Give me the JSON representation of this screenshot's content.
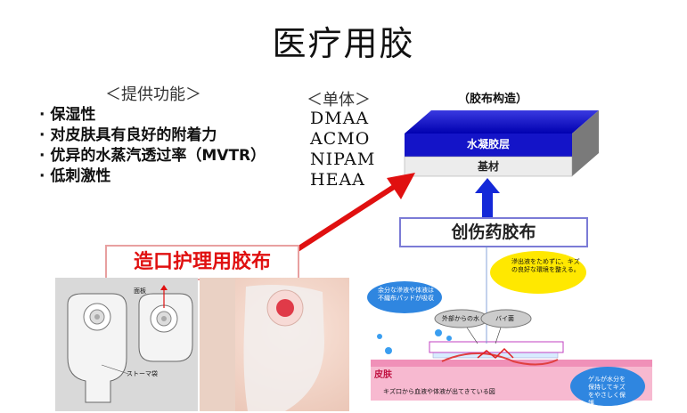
{
  "title": "医疗用胶",
  "functions": {
    "heading": "＜提供功能＞",
    "items": [
      "保湿性",
      "对皮肤具有良好的附着力",
      "优异的水蒸汽透过率（MVTR）",
      "低刺激性"
    ]
  },
  "monomers": {
    "heading": "＜单体＞",
    "items": [
      "DMAA",
      "ACMO",
      "NIPAM",
      "HEAA"
    ]
  },
  "structure": {
    "title": "（胶布构造）",
    "top_layer": "水凝胶层",
    "base_layer": "基材"
  },
  "ostomy_label": "造口护理用胶布",
  "wound_label": "创伤药胶布",
  "ostomy_photo": {
    "label_panel": "面板",
    "label_bag": "ストーマ袋"
  },
  "wound_diagram": {
    "bubble_gel_top": "滲出液をためずに、キズの良好な環境を整える。",
    "bubble_left": "余分な滲液や体液は不織布パッドが吸収",
    "bubble_tension": "外部からの水",
    "bubble_bacteria": "バイ菌",
    "skin_label": "皮肤",
    "skin_caption": "キズ口から血液や体液が出てきている図",
    "bubble_gel_bottom": "ゲルが水分を保持してキズをやさしく保護"
  },
  "colors": {
    "accent_red": "#e01010",
    "hydrogel_blue": "#1414c8",
    "arrow_blue": "#1428d8"
  }
}
